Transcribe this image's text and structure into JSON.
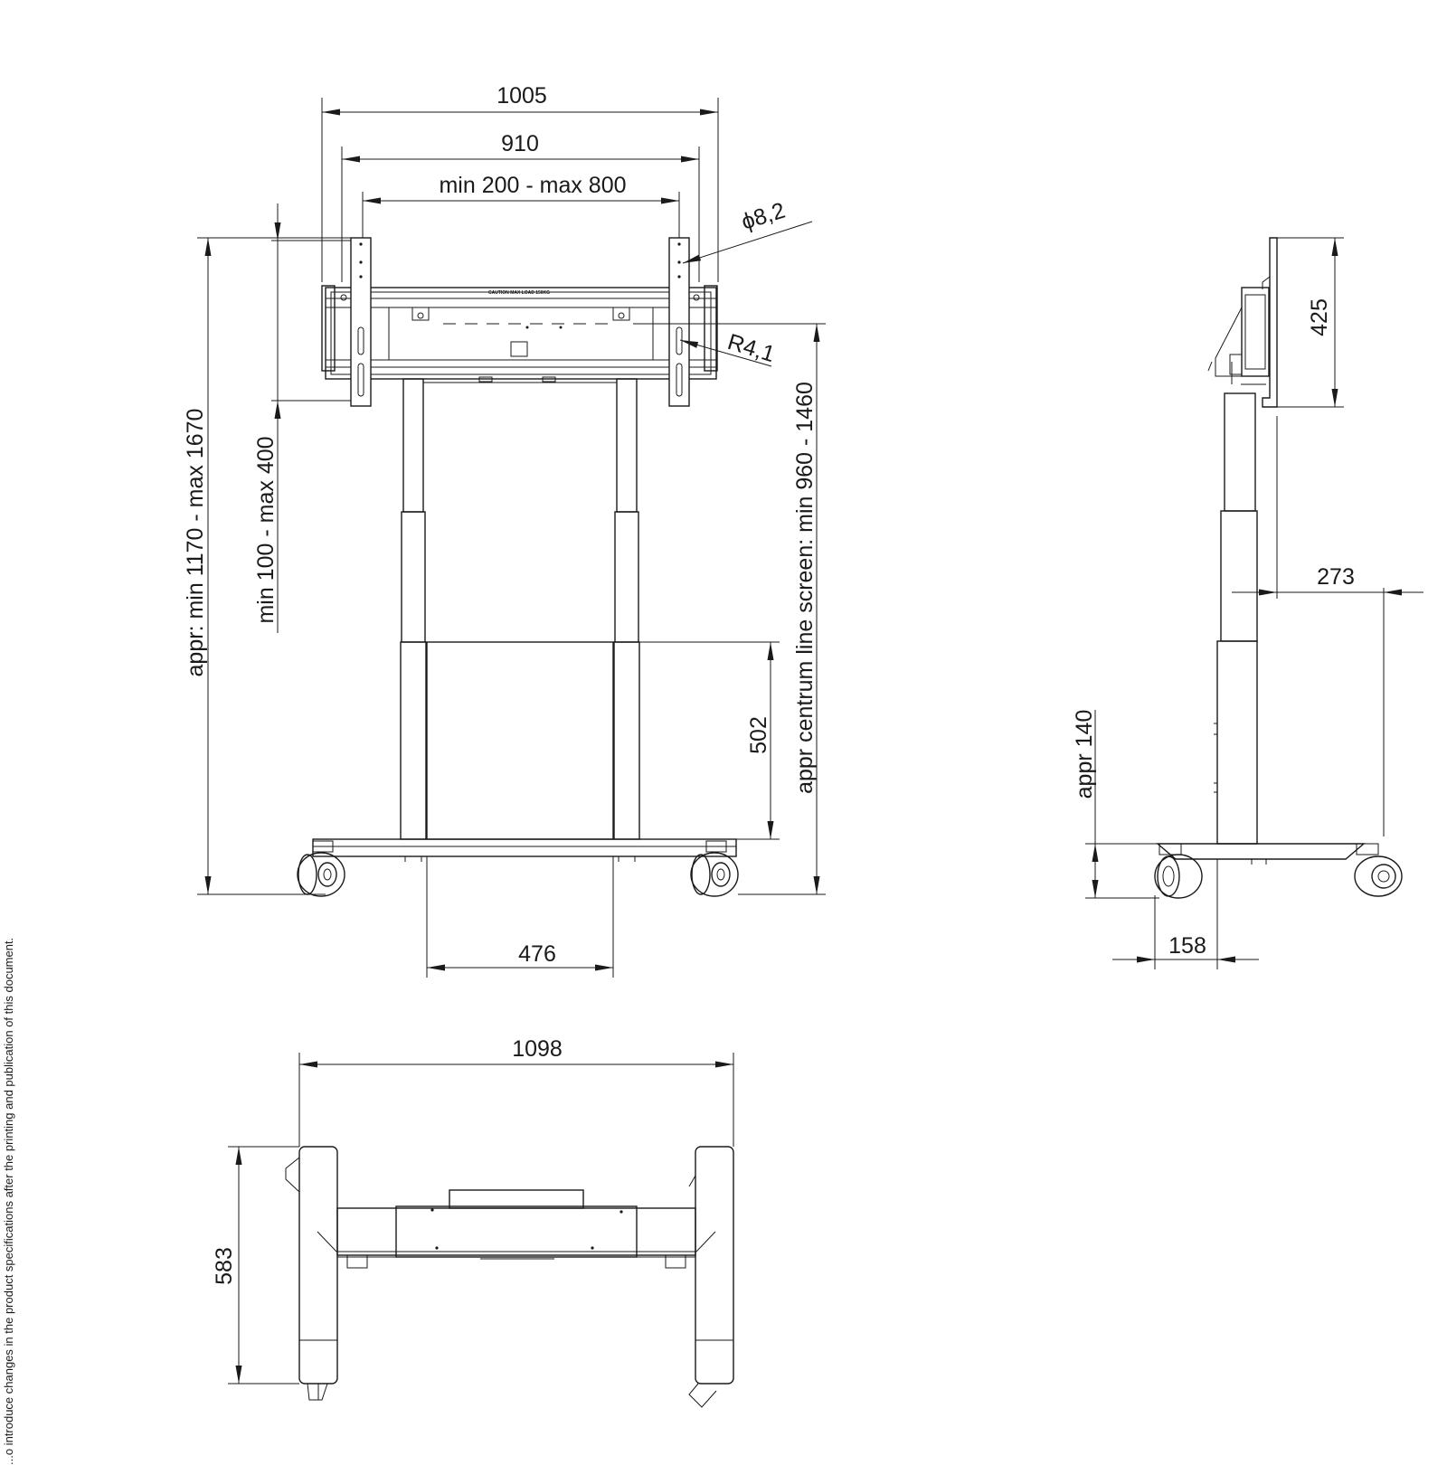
{
  "disclaimer": "...o introduce changes in the product specifications after the printing and publication of this document.",
  "caution_label": "CAUTION MAX LOAD 150KG",
  "front_view": {
    "overall_width": "1005",
    "frame_width": "910",
    "vesa_horizontal": "min 200 - max 800",
    "hole_diameter": "ϕ8,2",
    "slot_radius": "R4,1",
    "overall_height": "appr: min 1170 - max 1670",
    "vesa_vertical": "min 100 - max 400",
    "center_line_height": "appr centrum line screen: min 960 - 1460",
    "cabinet_height": "502",
    "cabinet_width": "476"
  },
  "side_view": {
    "bracket_height": "425",
    "column_offset": "273",
    "base_height": "appr 140",
    "wheel_offset": "158"
  },
  "top_view": {
    "overall_width": "1098",
    "depth": "583"
  }
}
